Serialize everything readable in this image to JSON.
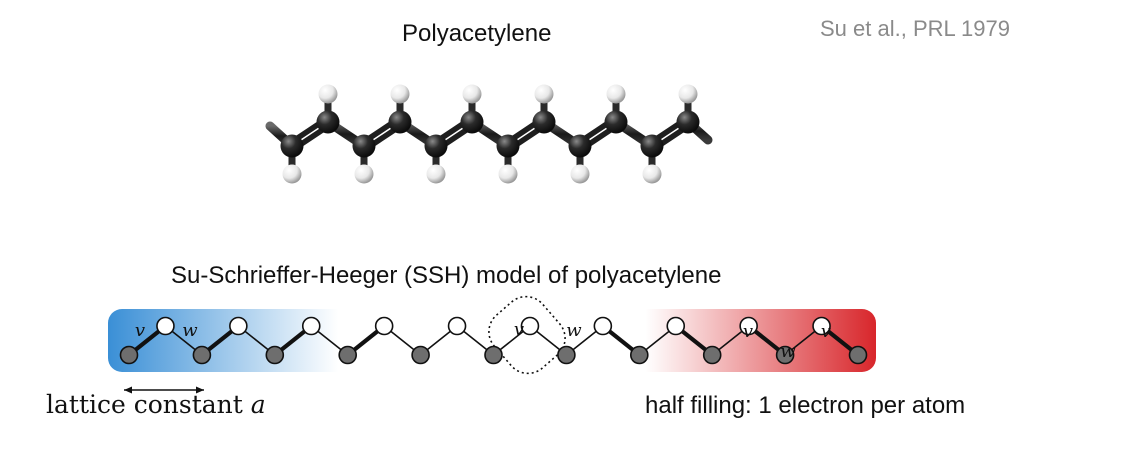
{
  "title": "Polyacetylene",
  "citation": "Su et al., PRL 1979",
  "model_title": "Su-Schrieffer-Heeger (SSH) model of polyacetylene",
  "lattice_label": "lattice constant",
  "lattice_symbol": "a",
  "filling_note": "half filling: 1 electron per atom",
  "hopping_labels": {
    "intra": "v",
    "inter": "w"
  },
  "colors": {
    "left_band": "#3a8fd6",
    "right_band": "#d8262b",
    "carbon": "#2b2b2b",
    "hydrogen": "#f2f2f2",
    "filled_site": "#6e6e6e",
    "empty_site": "#ffffff"
  }
}
